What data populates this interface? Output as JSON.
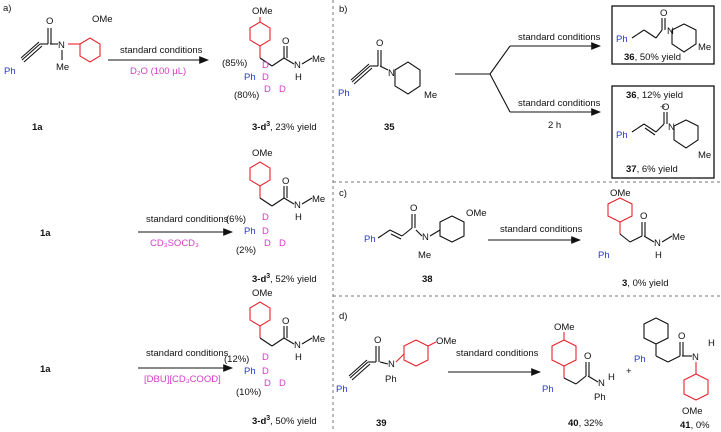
{
  "colors": {
    "red": "#e8232b",
    "blue": "#2838d0",
    "magenta": "#d63cc8",
    "black": "#111111",
    "divider": "#777777"
  },
  "panels": {
    "a": {
      "label": "a)",
      "rows": [
        {
          "reactant": "1a",
          "conditions": "standard conditions",
          "reagent": "D₂O (100 μL)",
          "pct_top": "(85%)",
          "pct_bottom": "(80%)",
          "product_id": "3-d",
          "product_sup": "3",
          "yield": ", 23% yield"
        },
        {
          "reactant": "1a",
          "conditions": "standard conditions",
          "reagent": "CD₃SOCD₃",
          "pct_top": "(6%)",
          "pct_bottom": "(2%)",
          "product_id": "3-d",
          "product_sup": "3",
          "yield": ", 52% yield"
        },
        {
          "reactant": "1a",
          "conditions": "standard conditions",
          "reagent": "[DBU][CD₃COOD]",
          "pct_top": "(12%)",
          "pct_bottom": "(10%)",
          "product_id": "3-d",
          "product_sup": "3",
          "yield": ", 50% yield"
        }
      ]
    },
    "b": {
      "label": "b)",
      "reactant": "35",
      "conditions_top": "standard conditions",
      "conditions_bottom": "standard conditions",
      "time": "2 h",
      "box1": {
        "id": "36",
        "yield": ", 50% yield"
      },
      "box2": {
        "id_a": "36",
        "yield_a": ", 12% yield",
        "plus": "+",
        "id_b": "37",
        "yield_b": ", 6% yield"
      }
    },
    "c": {
      "label": "c)",
      "reactant": "38",
      "conditions": "standard conditions",
      "product_id": "3",
      "yield": ", 0% yield"
    },
    "d": {
      "label": "d)",
      "reactant": "39",
      "conditions": "standard conditions",
      "product1_id": "40",
      "product1_yield": ", 32%",
      "plus": "+",
      "product2_id": "41",
      "product2_yield": ", 0%"
    }
  },
  "atoms": {
    "ome": "OMe",
    "me": "Me",
    "ph": "Ph",
    "n": "N",
    "o": "O",
    "h": "H",
    "d": "D"
  }
}
